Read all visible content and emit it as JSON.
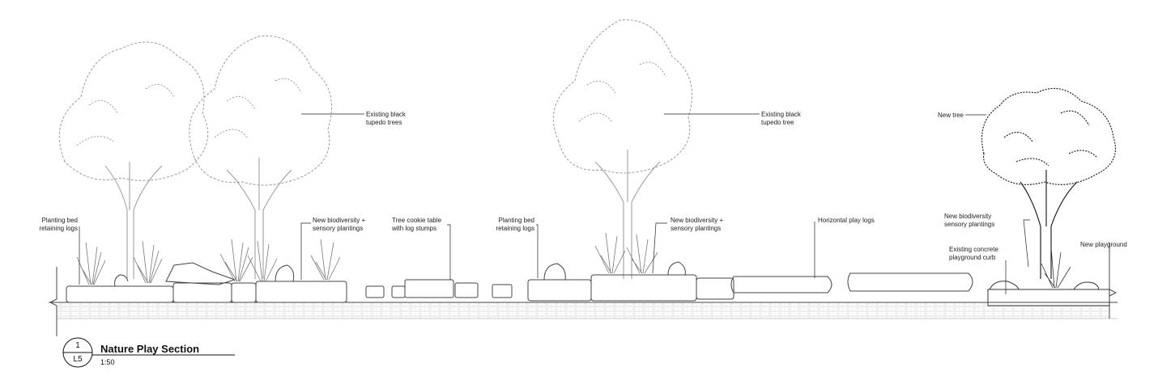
{
  "drawing": {
    "title": "Nature Play Section",
    "scale": "1:50",
    "section_number": "1",
    "sheet": "L5"
  },
  "annotations": {
    "planting_bed_left": "Planting bed\nretaining logs",
    "biodiversity_left": "New biodiversity +\nsensory plantings",
    "cookie_table": "Tree cookie table\nwith log stumps",
    "planting_bed_mid": "Planting bed\nretaining logs",
    "biodiversity_mid": "New biodiversity +\nsensory plantings",
    "play_logs": "Horizontal play logs",
    "tupelo_left": "Existing black\ntupedo trees",
    "tupelo_mid": "Existing black\ntupedo tree",
    "new_tree": "New tree",
    "biodiversity_right": "New biodiversity\nsensory plantings",
    "curb": "Existing concrete\nplayground curb",
    "playground": "New playground"
  },
  "colors": {
    "line": "#333333",
    "existing": "#9a9a9a",
    "new": "#111111"
  }
}
